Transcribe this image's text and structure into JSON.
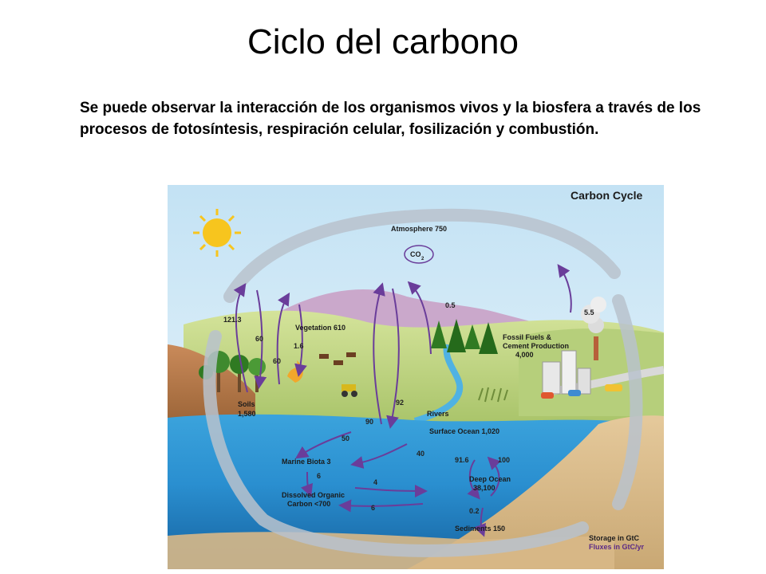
{
  "slide": {
    "title": "Ciclo del carbono",
    "body": "Se puede observar la interacción de los organismos vivos y la biosfera a través de los procesos de fotosíntesis, respiración celular, fosilización y combustión."
  },
  "diagram": {
    "title": "Carbon Cycle",
    "atmosphere_label": "Atmosphere 750",
    "co2_label": "CO",
    "co2_subscript": "2",
    "vegetation_label": "Vegetation 610",
    "soils_label": "Soils",
    "soils_value": "1,580",
    "fossil_label_1": "Fossil Fuels &",
    "fossil_label_2": "Cement Production",
    "fossil_value": "4,000",
    "rivers_label": "Rivers",
    "surface_ocean_label": "Surface Ocean 1,020",
    "marine_biota_label": "Marine Biota 3",
    "dissolved_label_1": "Dissolved Organic",
    "dissolved_label_2": "Carbon <700",
    "deep_ocean_label_1": "Deep Ocean",
    "deep_ocean_label_2": "38,100",
    "sediments_label": "Sediments 150",
    "legend_storage": "Storage in GtC",
    "legend_fluxes": "Fluxes in GtC/yr",
    "fluxes": {
      "f_121_3": "121.3",
      "f_60a": "60",
      "f_60b": "60",
      "f_1_6": "1.6",
      "f_0_5": "0.5",
      "f_5_5": "5.5",
      "f_92": "92",
      "f_90": "90",
      "f_50": "50",
      "f_40": "40",
      "f_6a": "6",
      "f_4": "4",
      "f_6b": "6",
      "f_91_6": "91.6",
      "f_100": "100",
      "f_0_2": "0.2"
    },
    "colors": {
      "sky": "#d6ecf7",
      "ocean": "#2a8fd0",
      "deep_ocean": "#1a6fb5",
      "land": "#c7d98a",
      "mountain": "#c9a7c9",
      "arrow": "#6a3d9a",
      "big_arrow": "#b9c2cc"
    }
  }
}
